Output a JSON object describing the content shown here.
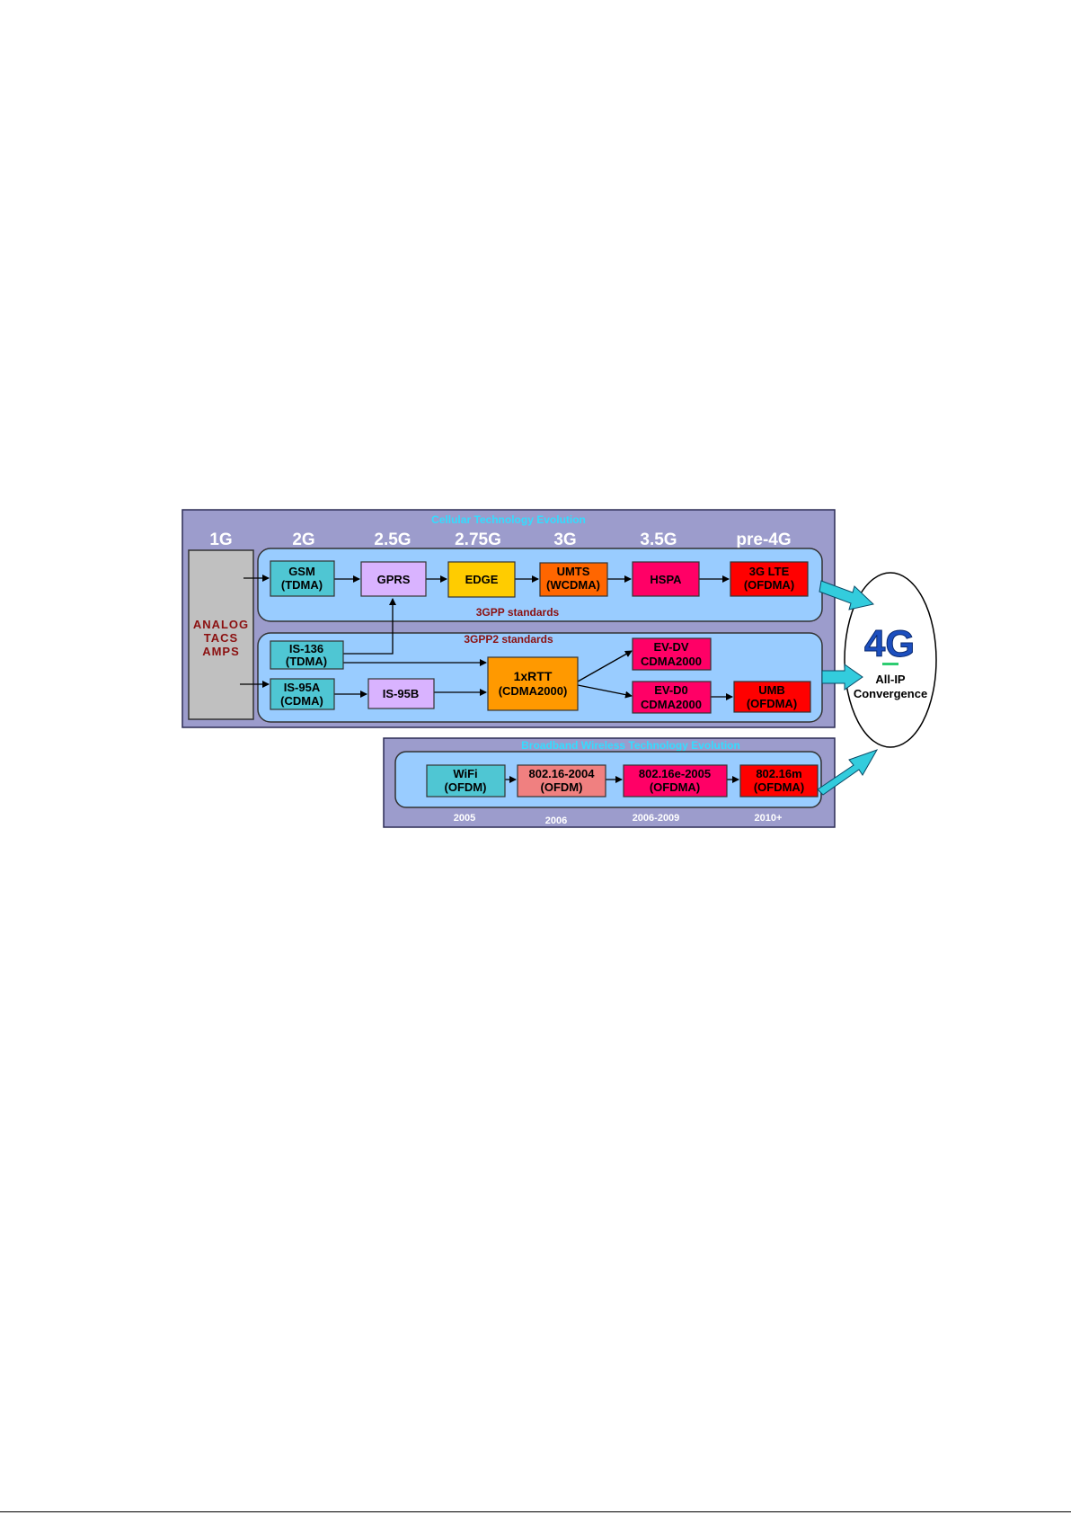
{
  "cellular": {
    "title": "Cellular Technology Evolution",
    "generations": [
      "1G",
      "2G",
      "2.5G",
      "2.75G",
      "3G",
      "3.5G",
      "pre-4G"
    ],
    "analog": [
      "ANALOG",
      "TACS",
      "AMPS"
    ],
    "gpp_label": "3GPP standards",
    "gpp2_label": "3GPP2 standards",
    "boxes": {
      "gsm": [
        "GSM",
        "(TDMA)"
      ],
      "gprs": [
        "GPRS"
      ],
      "edge": [
        "EDGE"
      ],
      "umts": [
        "UMTS",
        "(WCDMA)"
      ],
      "hspa": [
        "HSPA"
      ],
      "lte": [
        "3G LTE",
        "(OFDMA)"
      ],
      "is136": [
        "IS-136",
        "(TDMA)"
      ],
      "is95a": [
        "IS-95A",
        "(CDMA)"
      ],
      "is95b": [
        "IS-95B"
      ],
      "rtt": [
        "1xRTT",
        "(CDMA2000)"
      ],
      "evdv": [
        "EV-DV",
        "CDMA2000"
      ],
      "evdo": [
        "EV-D0",
        "CDMA2000"
      ],
      "umb": [
        "UMB",
        "(OFDMA)"
      ]
    }
  },
  "broadband": {
    "title": "Broadband Wireless Technology Evolution",
    "boxes": {
      "wifi": [
        "WiFi",
        "(OFDM)"
      ],
      "w2004": [
        "802.16-2004",
        "(OFDM)"
      ],
      "w2005": [
        "802.16e-2005",
        "(OFDMA)"
      ],
      "w16m": [
        "802.16m",
        "(OFDMA)"
      ]
    },
    "years": [
      "2005",
      "2006",
      "2006-2009",
      "2010+"
    ]
  },
  "convergence": {
    "logo": "4G",
    "lines": [
      "All-IP",
      "Convergence"
    ]
  },
  "colors": {
    "panel": "#9c9ccc",
    "lane": "#99ccff",
    "cyan_box": "#4fc6d3",
    "lilac_box": "#d9b3ff",
    "yellow_box": "#ffcc00",
    "orange_box": "#ff6600",
    "magenta_box": "#ff0066",
    "red_box": "#ff0000",
    "amber_box": "#ff9900",
    "salmon_box": "#f08080",
    "analog_box": "#c0c0c0",
    "arrow_big": "#33ccdd"
  }
}
